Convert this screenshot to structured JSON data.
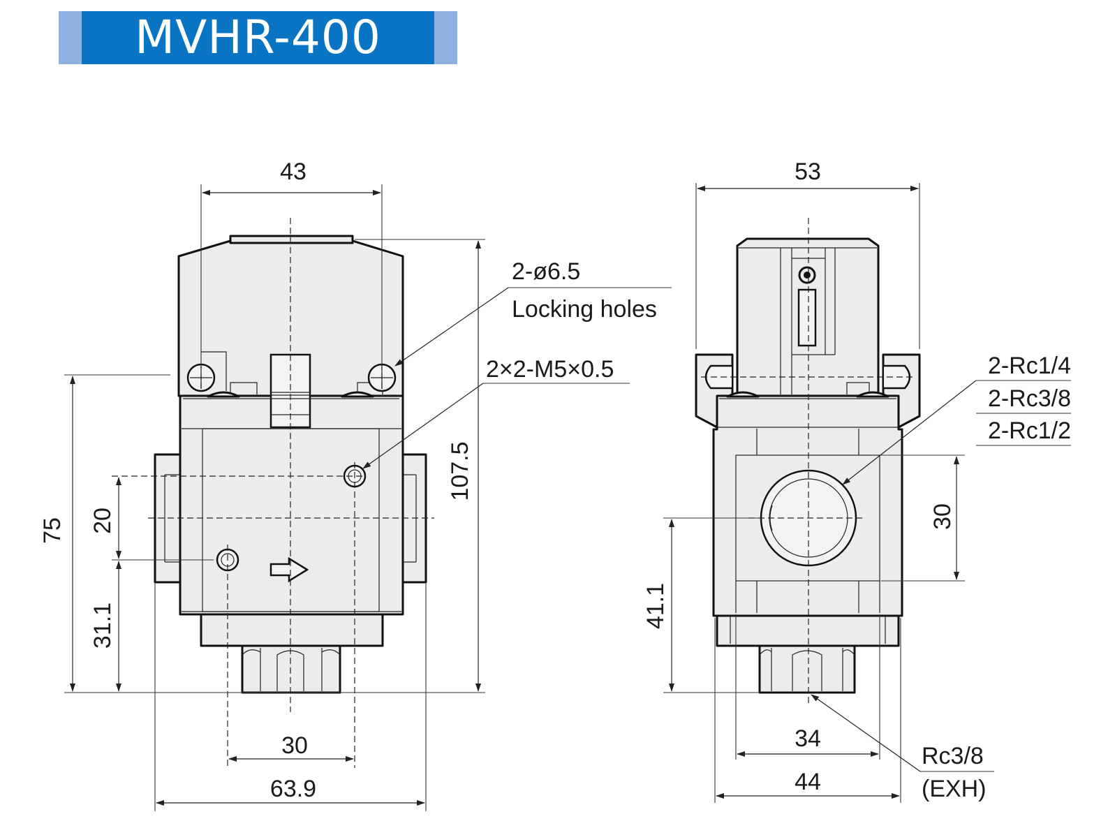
{
  "title": "MVHR-400",
  "front_view": {
    "dims": {
      "top_width": "43",
      "height_total": "107.5",
      "height_75": "75",
      "port_offset": "20",
      "lower_31": "31.1",
      "bottom_30": "30",
      "bottom_63": "63.9"
    },
    "callouts": {
      "locking_count": "2-ø6.5",
      "locking_label": "Locking holes",
      "thread_holes": "2×2-M5×0.5"
    }
  },
  "side_view": {
    "dims": {
      "top_width": "53",
      "port_30": "30",
      "height_41": "41.1",
      "bottom_34": "34",
      "bottom_44": "44"
    },
    "callouts": {
      "ports": [
        "2-Rc1/4",
        "2-Rc3/8",
        "2-Rc1/2"
      ],
      "exhaust_size": "Rc3/8",
      "exhaust_label": "(EXH)"
    }
  }
}
